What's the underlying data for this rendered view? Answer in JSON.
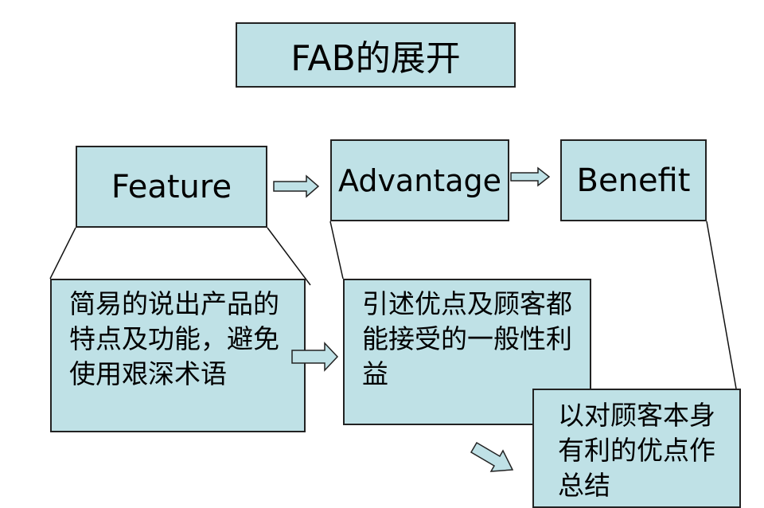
{
  "title": "FAB的展开",
  "nodes": {
    "feature": "Feature",
    "advantage": "Advantage",
    "benefit": "Benefit"
  },
  "descriptions": {
    "feature": "简易的说出产品的特点及功能，避免使用艰深术语",
    "advantage": "引述优点及顾客都能接受的一般性利益",
    "benefit": "以对顾客本身有利的优点作总结"
  },
  "colors": {
    "box_fill": "#bfe1e6",
    "border": "#222222"
  }
}
